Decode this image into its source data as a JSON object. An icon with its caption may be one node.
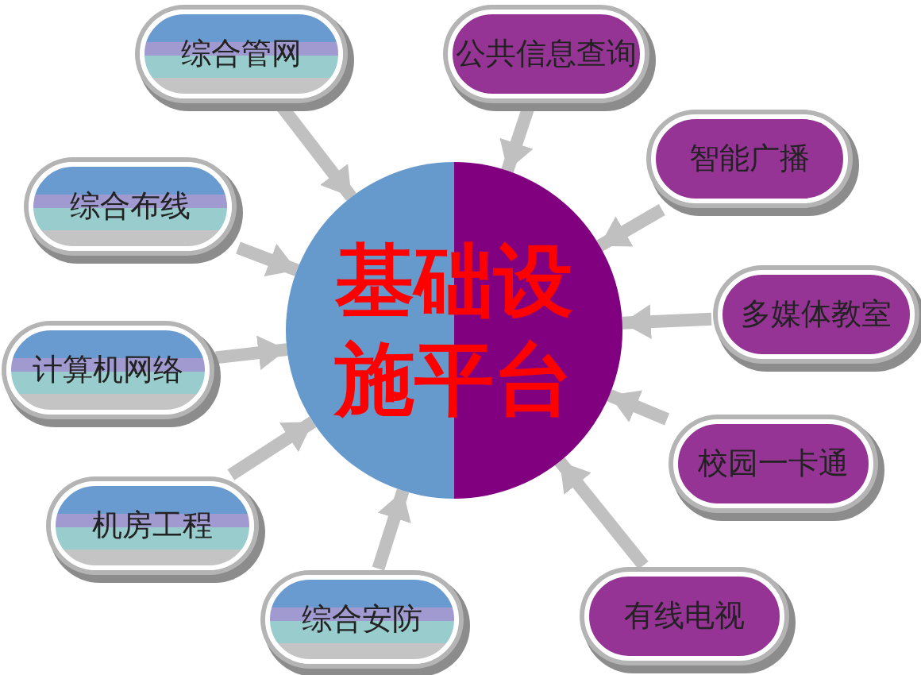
{
  "diagram": {
    "nodes": [
      {
        "text": [
          "基础设施平台"
        ]
      },
      {
        "text": [
          "综合管网"
        ]
      },
      {
        "text": [
          "公共信息查询"
        ]
      },
      {
        "text": [
          "智能广播"
        ]
      },
      {
        "text": [
          "综合布线"
        ]
      },
      {
        "text": [
          "多媒体教室"
        ]
      },
      {
        "text": [
          "计算机网络"
        ]
      },
      {
        "text": [
          "校园一卡通"
        ]
      },
      {
        "text": [
          "机房工程"
        ]
      },
      {
        "text": [
          "有线电视"
        ]
      },
      {
        "text": [
          "综合安防"
        ]
      }
    ],
    "edges": [
      {
        "from": 1,
        "to": 0,
        "arrow": "to"
      },
      {
        "from": 2,
        "to": 0,
        "arrow": "to"
      },
      {
        "from": 3,
        "to": 0,
        "arrow": "to"
      },
      {
        "from": 4,
        "to": 0,
        "arrow": "to"
      },
      {
        "from": 5,
        "to": 0,
        "arrow": "to"
      },
      {
        "from": 6,
        "to": 0,
        "arrow": "to"
      },
      {
        "from": 7,
        "to": 0,
        "arrow": "to"
      },
      {
        "from": 8,
        "to": 0,
        "arrow": "to"
      },
      {
        "from": 9,
        "to": 0,
        "arrow": "to"
      },
      {
        "from": 10,
        "to": 0,
        "arrow": "to"
      }
    ]
  }
}
